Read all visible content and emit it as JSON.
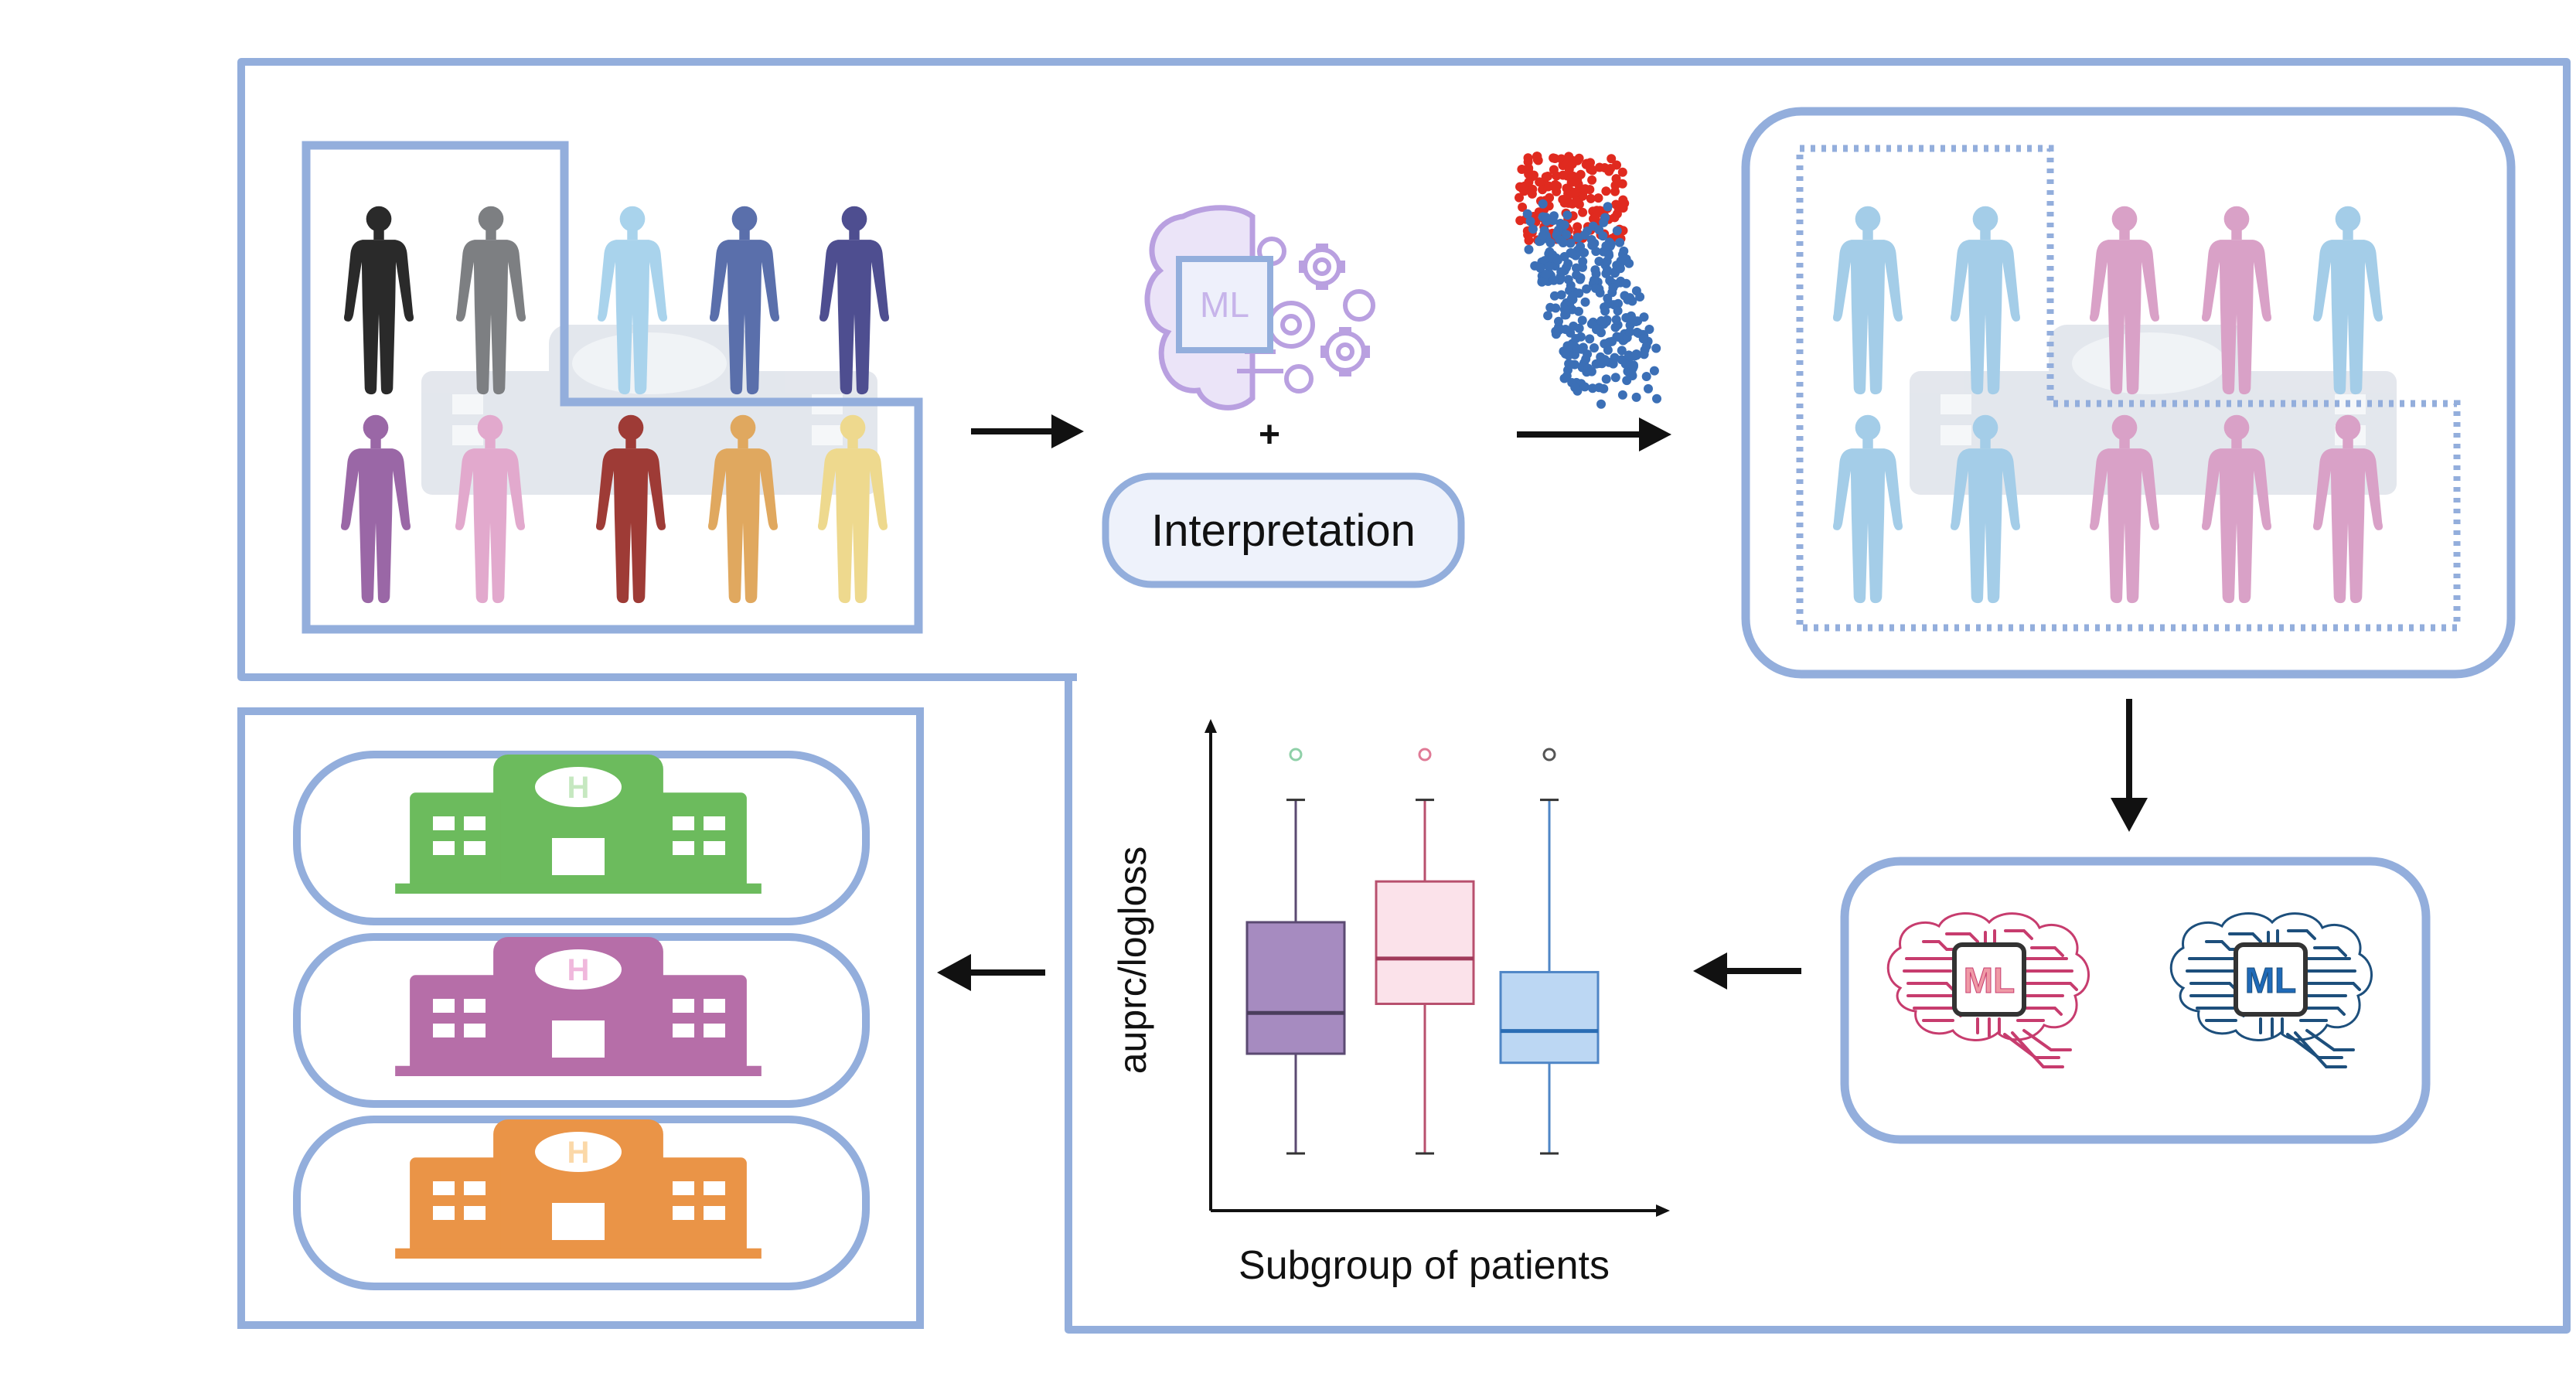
{
  "labels": {
    "interpretation": "Interpretation",
    "plus": "+",
    "ml": "ML",
    "y_axis": "auprc/logloss",
    "x_axis": "Subgroup of patients"
  },
  "hospital_letter": "H",
  "colors": {
    "frame": "#93aedc",
    "arrow": "#111111",
    "interp_fill": "#eef2fb",
    "hospital_backdrop": "#dfe3ea",
    "cohort_people": [
      "#2a2a2a",
      "#7d7f82",
      "#a9d3ec",
      "#5a6fab",
      "#4e4e90",
      "#9a67a6",
      "#e2a9cd",
      "#9e3b36",
      "#e0a85f",
      "#eed98e"
    ],
    "cluster_people": [
      "#a4cde8",
      "#a4cde8",
      "#d9a1c7",
      "#d9a1c7",
      "#a4cde8",
      "#a4cde8",
      "#a4cde8",
      "#d9a1c7",
      "#d9a1c7",
      "#d9a1c7"
    ],
    "scatter_red": "#e02a1f",
    "scatter_blue": "#3b6fb6",
    "hospitals": [
      "#6cbb5d",
      "#b66ea8",
      "#ea9447"
    ],
    "hospital_accents": [
      "#c6e8c0",
      "#f0b8dc",
      "#fbd8a8"
    ],
    "brain_left": "#c73c6e",
    "brain_left_accent": "#ef9aa6",
    "brain_right": "#1d4f7c",
    "brain_right_accent": "#3f97d8",
    "ml_brain_purple": "#b9a0e0",
    "ml_brain_fill": "#ebe4f8"
  },
  "icons": {
    "ml_brain": "ml-gear-brain-icon",
    "scatter": "scatter-plot-icon",
    "brain_left": "circuit-brain-icon",
    "brain_right": "circuit-brain-icon",
    "hospital": "hospital-building-icon",
    "person": "person-silhouette-icon"
  },
  "chart_data": {
    "type": "box",
    "xlabel": "Subgroup of patients",
    "ylabel": "auprc/logloss",
    "boxes": [
      {
        "min": 1.0,
        "q1": 3.2,
        "median": 4.1,
        "q3": 6.1,
        "max": 8.8,
        "outliers": [
          9.8
        ],
        "fill": "#a68bc0",
        "stroke": "#5b4a72",
        "median_color": "#4a3d5c",
        "outlier_color": "#8fd0a8"
      },
      {
        "min": 1.0,
        "q1": 4.3,
        "median": 5.3,
        "q3": 7.0,
        "max": 8.8,
        "outliers": [
          9.8
        ],
        "fill": "#fbe2ea",
        "stroke": "#b8506e",
        "median_color": "#a03a5a",
        "outlier_color": "#e07a96"
      },
      {
        "min": 1.0,
        "q1": 3.0,
        "median": 3.7,
        "q3": 5.0,
        "max": 8.8,
        "outliers": [
          9.8
        ],
        "fill": "#bcd7f3",
        "stroke": "#4f86c6",
        "median_color": "#2a6db4",
        "outlier_color": "#555555"
      }
    ]
  }
}
